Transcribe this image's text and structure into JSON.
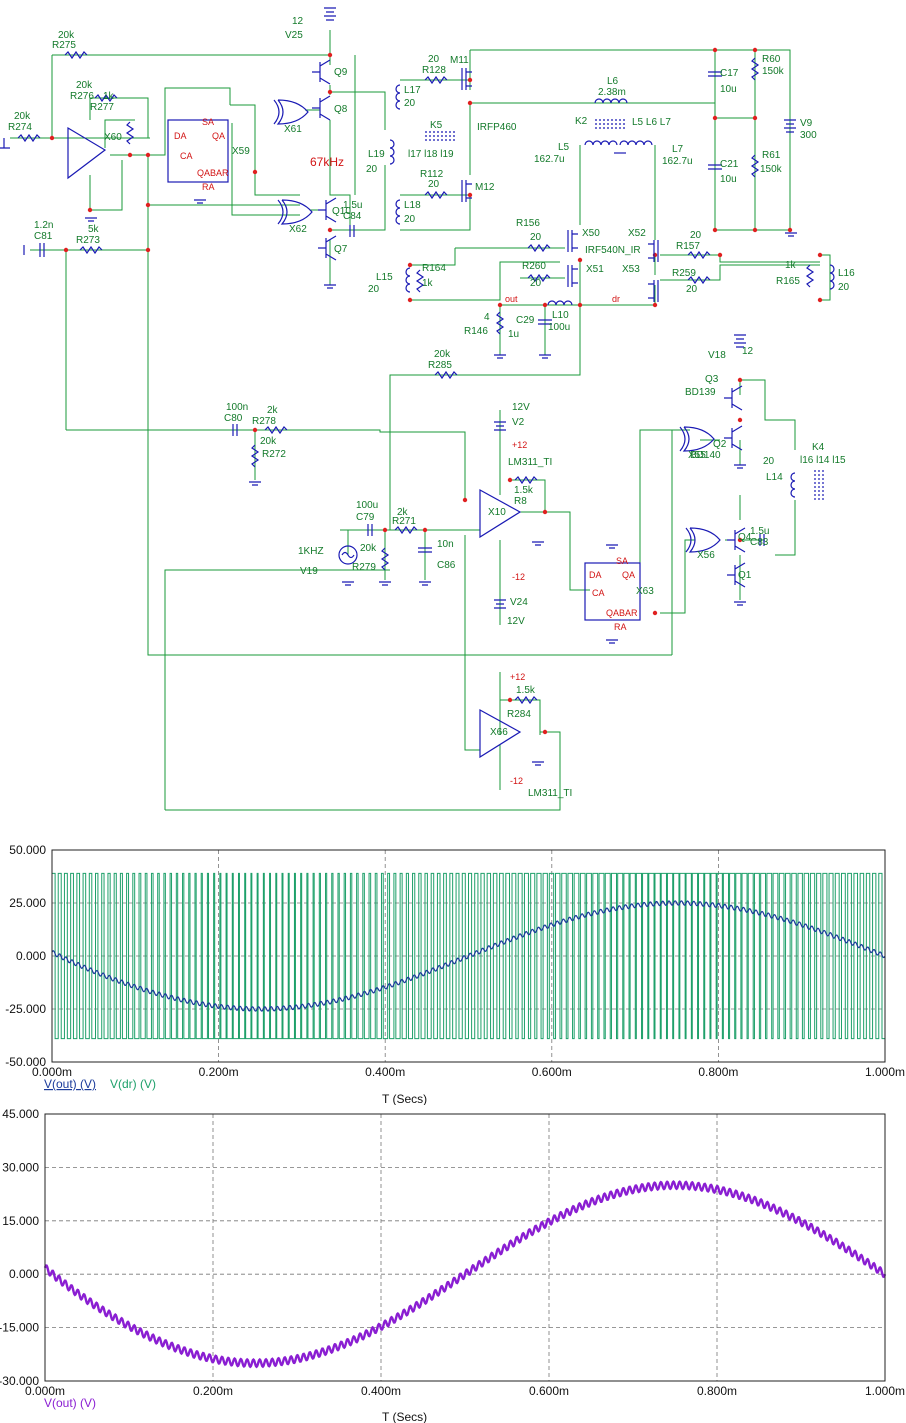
{
  "schematic": {
    "components": [
      {
        "id": "r275",
        "name": "R275",
        "value": "20k"
      },
      {
        "id": "r276",
        "name": "R276",
        "value": "20k"
      },
      {
        "id": "r277",
        "name": "R277",
        "value": "1k"
      },
      {
        "id": "r274",
        "name": "R274",
        "value": "20k"
      },
      {
        "id": "x60",
        "name": "X60",
        "value": ""
      },
      {
        "id": "r5k",
        "name": "",
        "value": "5k"
      },
      {
        "id": "c81",
        "name": "C81",
        "value": "1.2n"
      },
      {
        "id": "r273",
        "name": "R273",
        "value": ""
      },
      {
        "id": "x59",
        "name": "X59",
        "value": ""
      },
      {
        "id": "x61",
        "name": "X61",
        "value": ""
      },
      {
        "id": "x62",
        "name": "X62",
        "value": ""
      },
      {
        "id": "v25",
        "name": "V25",
        "value": "12"
      },
      {
        "id": "q9",
        "name": "Q9",
        "value": ""
      },
      {
        "id": "q8",
        "name": "Q8",
        "value": ""
      },
      {
        "id": "q10",
        "name": "Q10",
        "value": ""
      },
      {
        "id": "q7",
        "name": "Q7",
        "value": ""
      },
      {
        "id": "c84",
        "name": "C84",
        "value": "1.5u"
      },
      {
        "id": "l19",
        "name": "L19",
        "value": "20"
      },
      {
        "id": "l17",
        "name": "L17",
        "value": "20"
      },
      {
        "id": "l18",
        "name": "L18",
        "value": "20"
      },
      {
        "id": "r128",
        "name": "R128",
        "value": "20"
      },
      {
        "id": "r112",
        "name": "R112",
        "value": "20"
      },
      {
        "id": "m11",
        "name": "M11",
        "value": ""
      },
      {
        "id": "m12",
        "name": "M12",
        "value": ""
      },
      {
        "id": "irfp",
        "name": "IRFP460",
        "value": ""
      },
      {
        "id": "k5",
        "name": "K5",
        "value": ""
      },
      {
        "id": "k5l",
        "name": "",
        "value": "l17 l18 l19"
      },
      {
        "id": "l6",
        "name": "L6",
        "value": "2.38m"
      },
      {
        "id": "k2",
        "name": "K2",
        "value": ""
      },
      {
        "id": "k2l",
        "name": "",
        "value": "L5 L6 L7"
      },
      {
        "id": "c17",
        "name": "C17",
        "value": "10u"
      },
      {
        "id": "c21",
        "name": "C21",
        "value": "10u"
      },
      {
        "id": "r60",
        "name": "R60",
        "value": "150k"
      },
      {
        "id": "r61",
        "name": "R61",
        "value": "150k"
      },
      {
        "id": "v9",
        "name": "V9",
        "value": "300"
      },
      {
        "id": "l5",
        "name": "L5",
        "value": "162.7u"
      },
      {
        "id": "l7",
        "name": "L7",
        "value": "162.7u"
      },
      {
        "id": "r156",
        "name": "R156",
        "value": "20"
      },
      {
        "id": "r260",
        "name": "R260",
        "value": "20"
      },
      {
        "id": "x50",
        "name": "X50",
        "value": ""
      },
      {
        "id": "x51",
        "name": "X51",
        "value": ""
      },
      {
        "id": "x52",
        "name": "X52",
        "value": ""
      },
      {
        "id": "x53",
        "name": "X53",
        "value": ""
      },
      {
        "id": "irf540",
        "name": "IRF540N_IR",
        "value": ""
      },
      {
        "id": "r157",
        "name": "R157",
        "value": "20"
      },
      {
        "id": "r259",
        "name": "R259",
        "value": "20"
      },
      {
        "id": "r164",
        "name": "R164",
        "value": "1k"
      },
      {
        "id": "l15",
        "name": "L15",
        "value": "20"
      },
      {
        "id": "r165",
        "name": "R165",
        "value": "1k"
      },
      {
        "id": "l16",
        "name": "L16",
        "value": "20"
      },
      {
        "id": "r146",
        "name": "R146",
        "value": "4"
      },
      {
        "id": "c29",
        "name": "C29",
        "value": "1u"
      },
      {
        "id": "l10",
        "name": "L10",
        "value": "100u"
      },
      {
        "id": "r285",
        "name": "R285",
        "value": "20k"
      },
      {
        "id": "c80",
        "name": "C80",
        "value": "100n"
      },
      {
        "id": "r278",
        "name": "R278",
        "value": "2k"
      },
      {
        "id": "r272",
        "name": "R272",
        "value": "20k"
      },
      {
        "id": "v2",
        "name": "V2",
        "value": "12V"
      },
      {
        "id": "v24",
        "name": "V24",
        "value": "12V"
      },
      {
        "id": "x10",
        "name": "X10",
        "value": ""
      },
      {
        "id": "lm1",
        "name": "LM311_TI",
        "value": ""
      },
      {
        "id": "r8",
        "name": "R8",
        "value": "1.5k"
      },
      {
        "id": "c79",
        "name": "C79",
        "value": "100u"
      },
      {
        "id": "r271",
        "name": "R271",
        "value": "2k"
      },
      {
        "id": "r279",
        "name": "R279",
        "value": "20k"
      },
      {
        "id": "v19",
        "name": "V19",
        "value": "1KHZ"
      },
      {
        "id": "c86",
        "name": "C86",
        "value": "10n"
      },
      {
        "id": "v18",
        "name": "V18",
        "value": "12"
      },
      {
        "id": "q3",
        "name": "Q3",
        "value": "BD139"
      },
      {
        "id": "q2",
        "name": "Q2",
        "value": "BD140"
      },
      {
        "id": "x55",
        "name": "X55",
        "value": ""
      },
      {
        "id": "x56",
        "name": "X56",
        "value": ""
      },
      {
        "id": "q4",
        "name": "Q4",
        "value": ""
      },
      {
        "id": "q1",
        "name": "Q1",
        "value": ""
      },
      {
        "id": "c83",
        "name": "C83",
        "value": "1.5u"
      },
      {
        "id": "l14",
        "name": "L14",
        "value": "20"
      },
      {
        "id": "k4",
        "name": "K4",
        "value": ""
      },
      {
        "id": "k4l",
        "name": "",
        "value": "l16 l14 l15"
      },
      {
        "id": "x63",
        "name": "X63",
        "value": ""
      },
      {
        "id": "x66",
        "name": "X66",
        "value": ""
      },
      {
        "id": "r284",
        "name": "R284",
        "value": "1.5k"
      },
      {
        "id": "lm2",
        "name": "LM311_TI",
        "value": ""
      }
    ],
    "freq_label": "67kHz",
    "flipflop_pins": {
      "da": "DA",
      "ca": "CA",
      "sa": "SA",
      "qa": "QA",
      "qabar": "QABAR",
      "ra": "RA"
    },
    "supply_labels": {
      "pos": "+12",
      "neg": "-12"
    },
    "nodes": {
      "out": "out",
      "dr": "dr"
    },
    "colors": {
      "wire": "#1a9a3a",
      "component": "#1a1ab4",
      "pin_label": "#d21414",
      "text": "#137a2a"
    }
  },
  "chart_data": [
    {
      "type": "line",
      "xlabel": "T (Secs)",
      "ylabel": "",
      "xlim": [
        0,
        0.001
      ],
      "ylim": [
        -50,
        50
      ],
      "x_ticks": [
        "0.000m",
        "0.200m",
        "0.400m",
        "0.600m",
        "0.800m",
        "1.000m"
      ],
      "y_ticks": [
        "50.000",
        "25.000",
        "0.000",
        "-25.000",
        "-50.000"
      ],
      "grid": true,
      "series": [
        {
          "name": "V(out) (V)",
          "color": "#1a3a9a",
          "kind": "sine",
          "amplitude": 25,
          "frequency_hz": 1000,
          "ripple": 1.0
        },
        {
          "name": "V(dr) (V)",
          "color": "#1ea06a",
          "kind": "square",
          "high": 39,
          "low": -39,
          "frequency_hz": 134000
        }
      ],
      "legend_position": "bottom-left"
    },
    {
      "type": "line",
      "xlabel": "T (Secs)",
      "ylabel": "",
      "xlim": [
        0,
        0.001
      ],
      "ylim": [
        -30,
        45
      ],
      "x_ticks": [
        "0.000m",
        "0.200m",
        "0.400m",
        "0.600m",
        "0.800m",
        "1.000m"
      ],
      "y_ticks": [
        "45.000",
        "30.000",
        "15.000",
        "0.000",
        "-15.000",
        "-30.000"
      ],
      "grid": true,
      "series": [
        {
          "name": "V(out) (V)",
          "color": "#8a1ed2",
          "kind": "sine",
          "amplitude": 25,
          "frequency_hz": 1000,
          "ripple": 1.0
        }
      ],
      "legend_position": "bottom-left"
    }
  ]
}
